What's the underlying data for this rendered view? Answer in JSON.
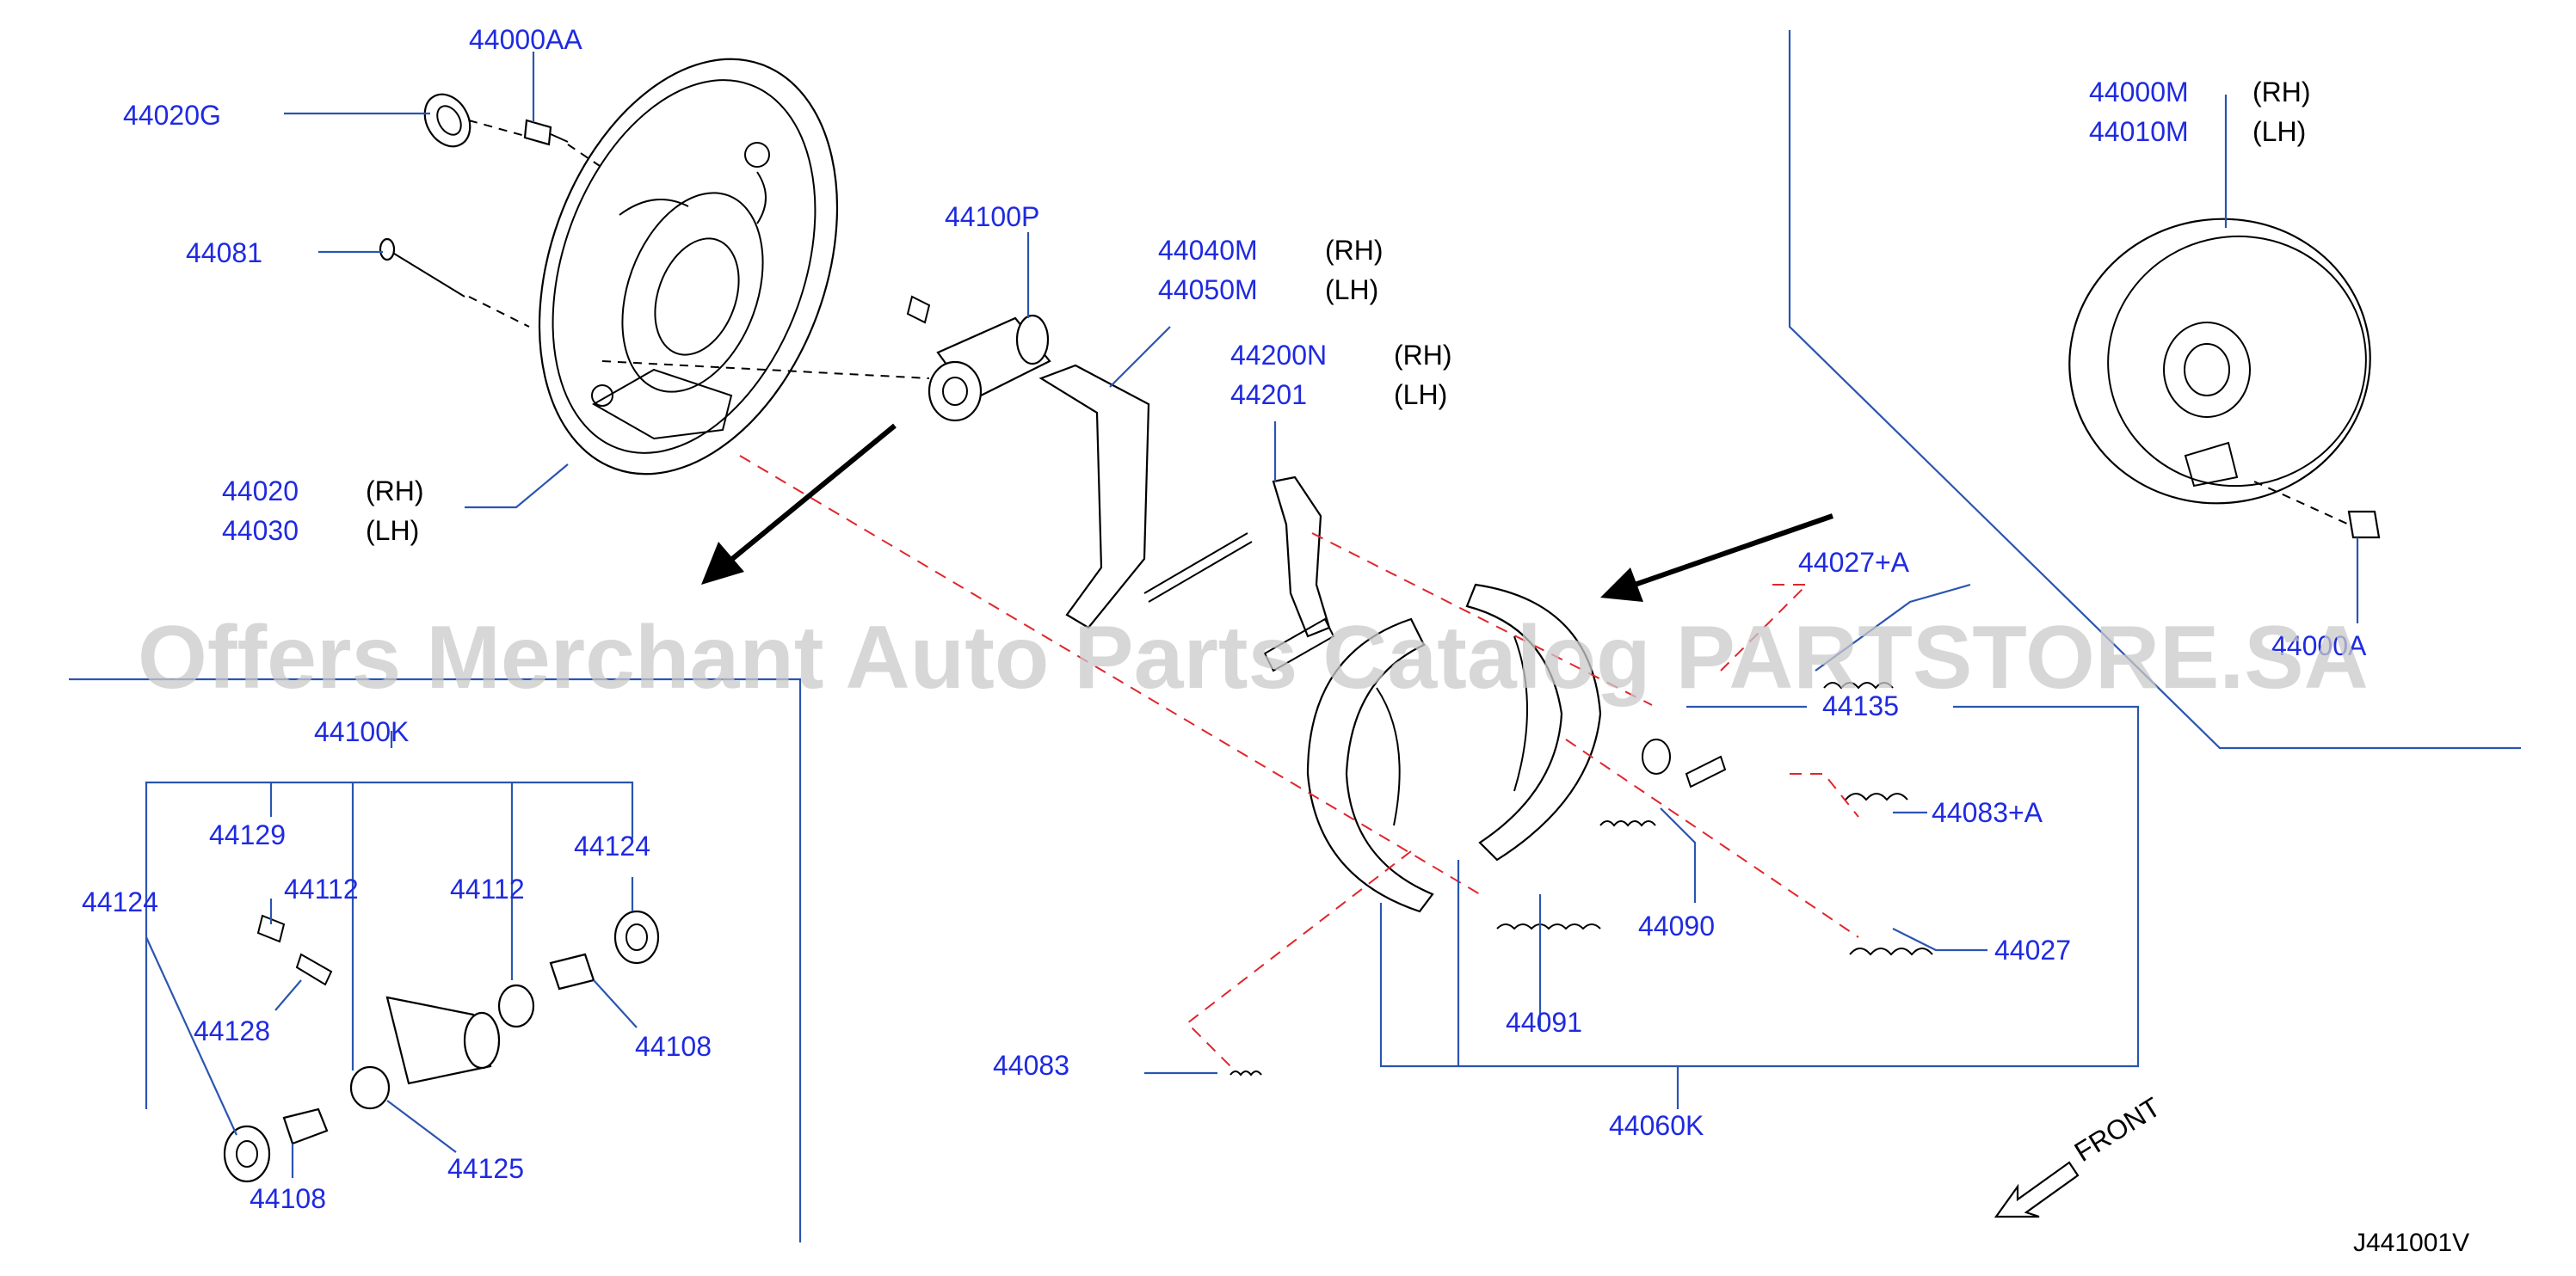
{
  "labels": {
    "p44000AA": "44000AA",
    "p44020G": "44020G",
    "p44081": "44081",
    "p44020": "44020",
    "p44030": "44030",
    "p44100P": "44100P",
    "p44040M": "44040M",
    "p44050M": "44050M",
    "p44200N": "44200N",
    "p44201": "44201",
    "p44000M": "44000M",
    "p44010M": "44010M",
    "p44000A": "44000A",
    "p44027A": "44027+A",
    "p44135": "44135",
    "p44083A": "44083+A",
    "p44090": "44090",
    "p44027": "44027",
    "p44091": "44091",
    "p44083": "44083",
    "p44060K": "44060K",
    "p44100K": "44100K",
    "p44129": "44129",
    "p44112a": "44112",
    "p44112b": "44112",
    "p44124a": "44124",
    "p44124b": "44124",
    "p44128": "44128",
    "p44108a": "44108",
    "p44108b": "44108",
    "p44125": "44125"
  },
  "sides": {
    "rh": "(RH)",
    "lh": "(LH)"
  },
  "front_label": "FRONT",
  "diagram_code": "J441001V",
  "watermark": "Offers Merchant Auto Parts Catalog PARTSTORE.SA",
  "colors": {
    "part_number": "#1f2ae0",
    "leader_line": "#2a55b0",
    "alignment_dash": "#e0262c",
    "watermark": "#c9c9c9"
  }
}
